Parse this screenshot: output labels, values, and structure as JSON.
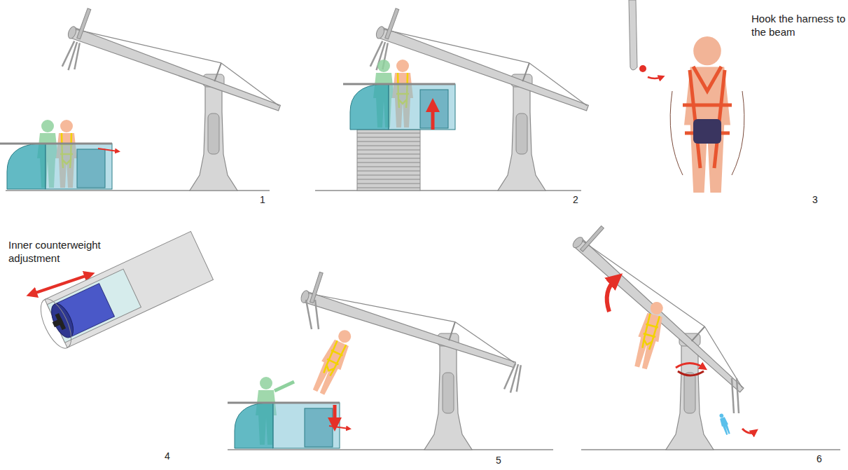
{
  "diagram": {
    "labels": [
      "1",
      "2",
      "Hook the harness to the beam",
      "3",
      "Inner counterweight adjustment",
      "4",
      "5",
      "6"
    ]
  }
}
